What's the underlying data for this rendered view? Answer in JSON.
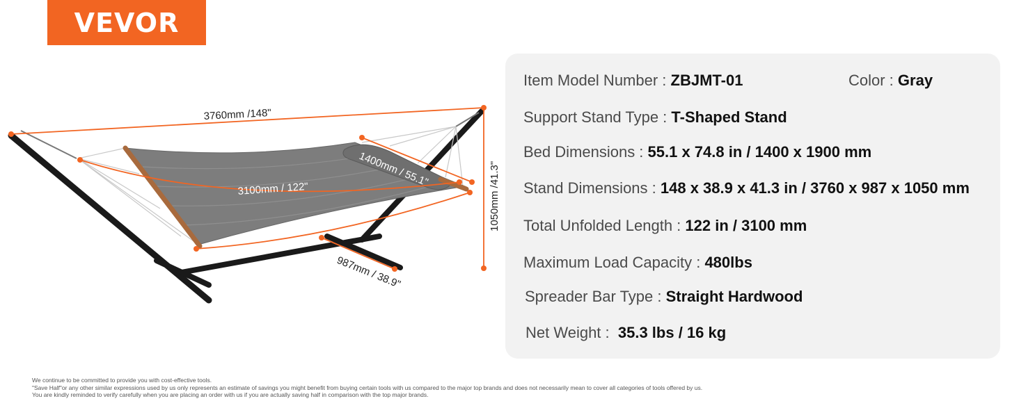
{
  "brand": {
    "logo_text": "VEVOR",
    "color": "#f26522"
  },
  "dimensions": {
    "total_length": "3760mm /148\"",
    "bed_length": "3100mm / 122\"",
    "bed_width": "1400mm / 55.1\"",
    "bed_inner_length": "1900mm /74.8\"",
    "stand_depth": "987mm / 38.9\"",
    "stand_height": "1050mm /41.3\""
  },
  "specs": {
    "model": {
      "label": "Item Model Number : ",
      "value": "ZBJMT-01"
    },
    "color": {
      "label": "Color : ",
      "value": "Gray"
    },
    "stand_type": {
      "label": "Support Stand Type : ",
      "value": "T-Shaped Stand"
    },
    "bed_dim": {
      "label": "Bed Dimensions : ",
      "value": "55.1 x 74.8 in / 1400 x 1900 mm"
    },
    "stand_dim": {
      "label": "Stand Dimensions : ",
      "value": "148 x 38.9 x 41.3 in / 3760 x 987 x 1050 mm"
    },
    "unfolded": {
      "label": "Total Unfolded Length : ",
      "value": "122 in / 3100 mm"
    },
    "load": {
      "label": "Maximum Load Capacity : ",
      "value": "480lbs"
    },
    "spreader": {
      "label": "Spreader Bar Type : ",
      "value": "Straight Hardwood"
    },
    "weight": {
      "label": "Net Weight :  ",
      "value": "35.3 lbs / 16 kg"
    }
  },
  "footnote": {
    "line1": "We continue to be committed to provide you with cost-effective tools.",
    "line2": "\"Save Half\"or any other similar expressions used by us only represents an estimate of savings you might benefit from buying certain tools with us compared to the major top brands and does not necessarily mean to cover all categories of tools offered by us.",
    "line3": "You are kindly reminded to verify carefully when you are placing an order with us if you are actually saving half in comparison with the top major brands."
  }
}
